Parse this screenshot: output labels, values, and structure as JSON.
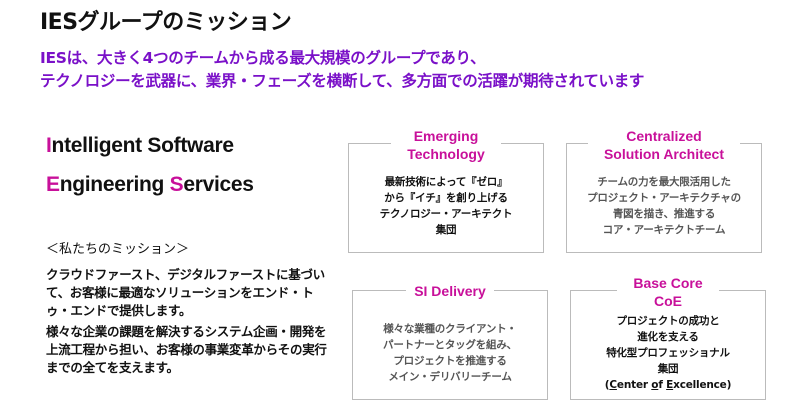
{
  "header": {
    "title": "IESグループのミッション",
    "subtitle_lines": [
      "IESは、大きく4つのチームから成る最大規模のグループであり、",
      "テクノロジーを武器に、業界・フェーズを横断して、多方面での活躍が期待されています"
    ]
  },
  "logo": {
    "line1_initial": "I",
    "line1_rest": "ntelligent Software",
    "line2_initial": "E",
    "line2_mid": "ngineering ",
    "line2_initial2": "S",
    "line2_rest": "ervices"
  },
  "mission": {
    "heading": "＜私たちのミッション＞",
    "paragraphs": [
      "クラウドファースト、デジタルファーストに基づいて、お客様に最適なソリューションをエンド・トゥ・エンドで提供します。",
      "様々な企業の課題を解決するシステム企画・開発を上流工程から担い、お客様の事業変革からその実行までの全てを支えます。"
    ]
  },
  "cards": [
    {
      "title_lines": [
        "Emerging",
        "Technology"
      ],
      "body_lines": [
        "最新技術によって『ゼロ』",
        "から『イチ』を創り上げる",
        "テクノロジー・アーキテクト",
        "集団"
      ]
    },
    {
      "title_lines": [
        "Centralized",
        "Solution Architect"
      ],
      "body_lines": [
        "チームの力を最大限活用した",
        "プロジェクト・アーキテクチャの",
        "青図を描き、推進する",
        "コア・アーキテクトチーム"
      ]
    },
    {
      "title_lines": [
        "SI Delivery"
      ],
      "body_lines": [
        "様々な業種のクライアント・",
        "パートナーとタッグを組み、",
        "プロジェクトを推進する",
        "メイン・デリバリーチーム"
      ]
    },
    {
      "title_lines": [
        "Base Core",
        "CoE"
      ],
      "body_lines": [
        "プロジェクトの成功と",
        "進化を支える",
        "特化型プロフェッショナル",
        "集団"
      ],
      "footnote": {
        "open": "(",
        "c": "C",
        "enter": "enter ",
        "o": "o",
        "f": "f ",
        "e": "E",
        "xcellence": "xcellence",
        "close": ")"
      }
    }
  ],
  "colors": {
    "accent": "#c8109a",
    "subtitle": "#7a10c8"
  }
}
